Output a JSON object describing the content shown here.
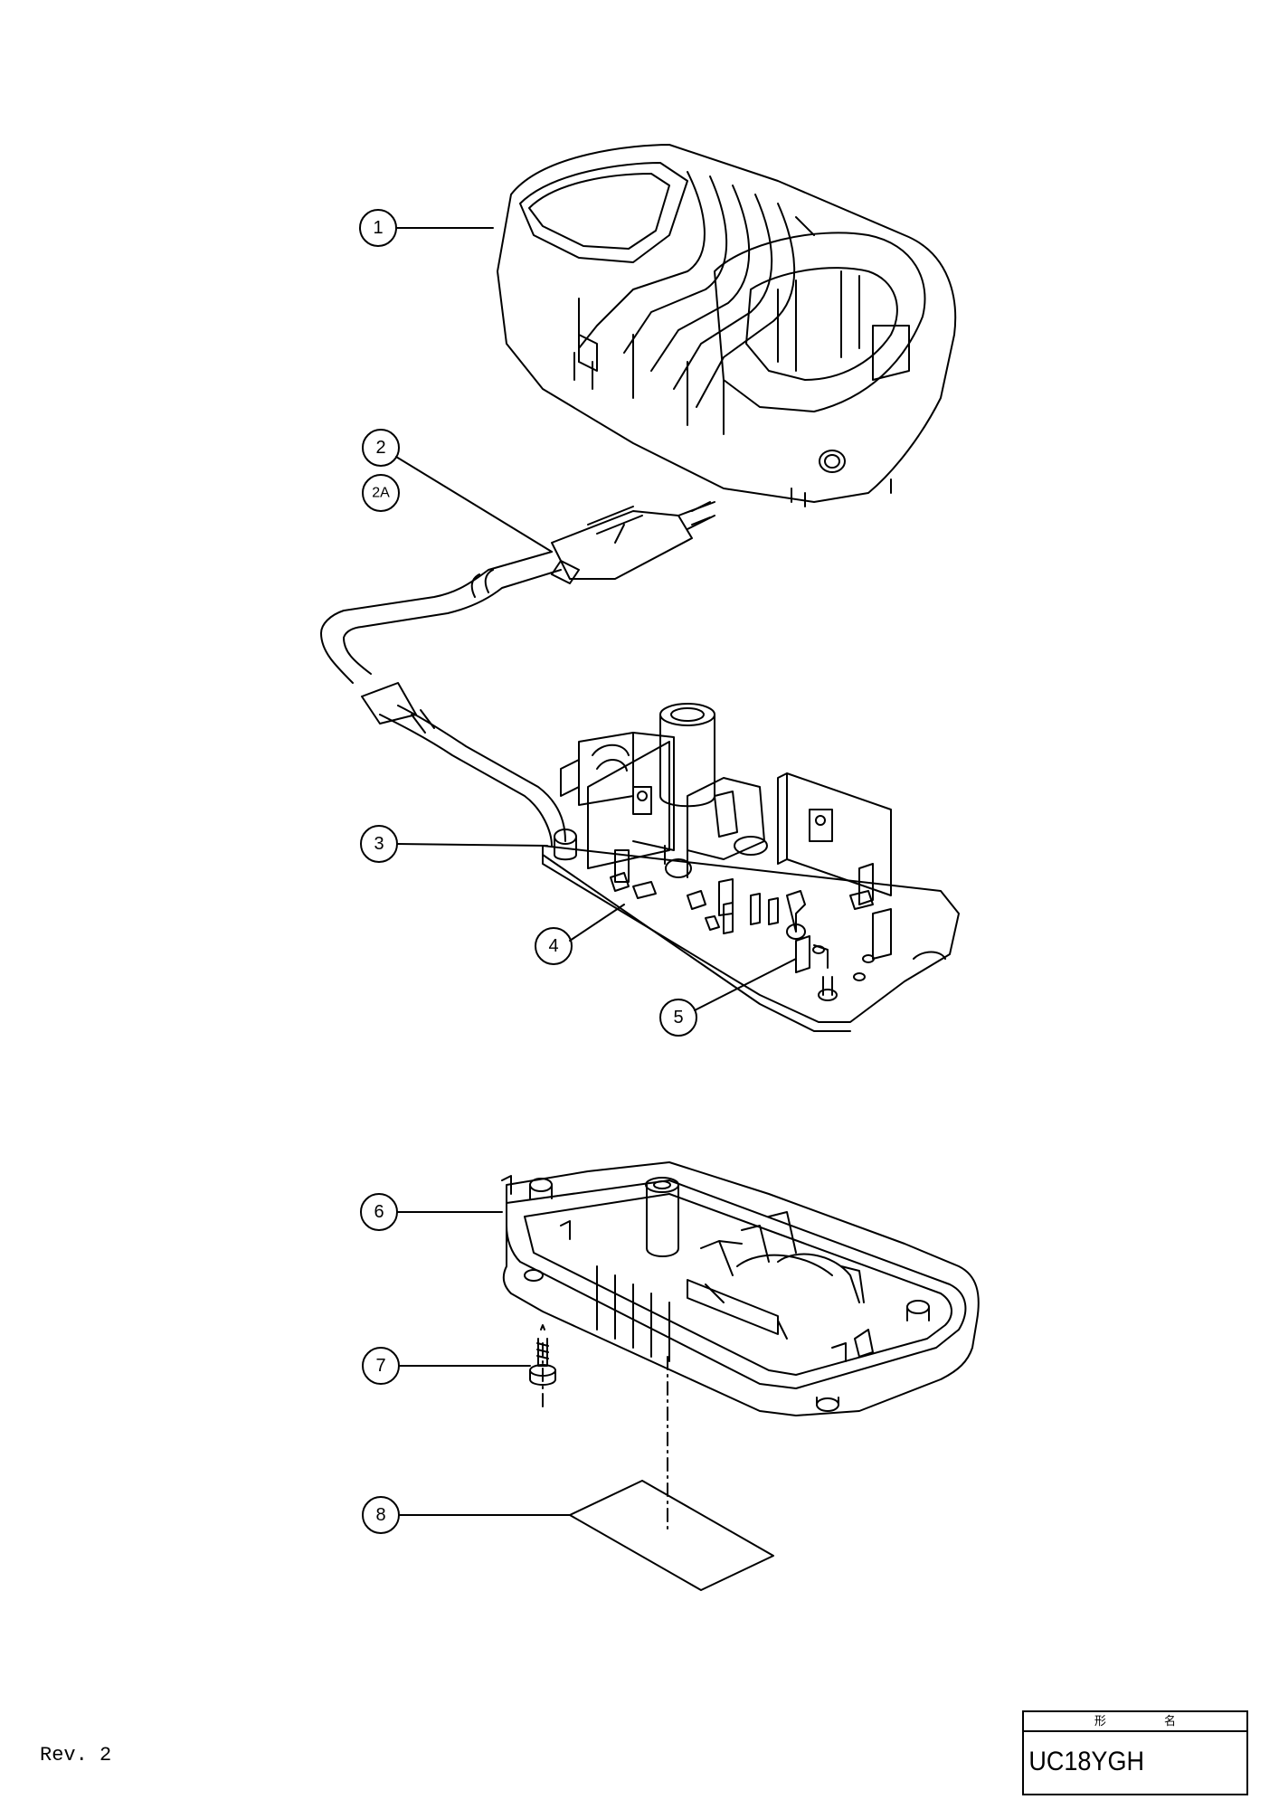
{
  "callouts": [
    {
      "label": "1"
    },
    {
      "label": "2"
    },
    {
      "label": "2A"
    },
    {
      "label": "3"
    },
    {
      "label": "4"
    },
    {
      "label": "5"
    },
    {
      "label": "6"
    },
    {
      "label": "7"
    },
    {
      "label": "8"
    }
  ],
  "footer": {
    "revision": "Rev. 2",
    "title_header": "形 名",
    "model": "UC18YGH"
  }
}
